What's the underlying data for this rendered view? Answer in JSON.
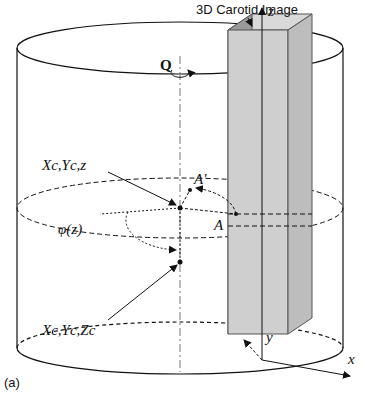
{
  "diagram": {
    "labels": [
      "3D Carotid Image",
      "z",
      "Q",
      "Xc,Yc,z",
      "A'",
      "A",
      "φ(z)",
      "Xc,Yc,Zc",
      "y",
      "x",
      "(a)"
    ]
  }
}
